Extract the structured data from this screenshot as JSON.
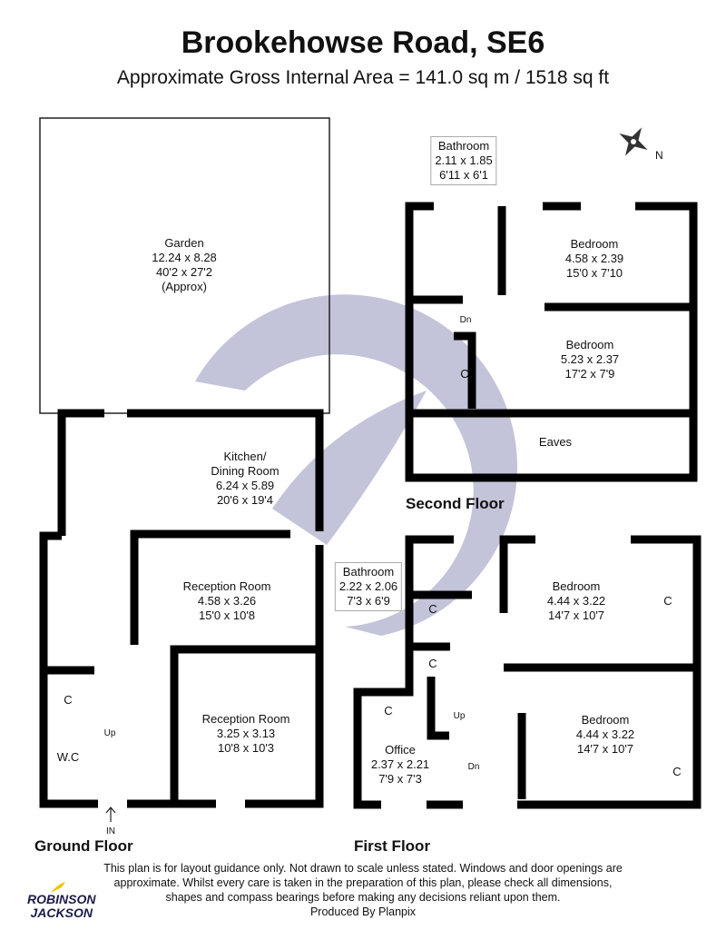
{
  "header": {
    "title": "Brookehowse Road, SE6",
    "subtitle": "Approximate Gross Internal Area =  141.0 sq m / 1518 sq ft"
  },
  "compass": {
    "label": "N",
    "icon": "compass-icon"
  },
  "watermark": {
    "color": "#b9b9d2"
  },
  "ground_floor": {
    "label": "Ground Floor",
    "rooms": [
      {
        "name": "Garden",
        "metric": "12.24 x 8.28",
        "imperial": "40'2 x 27'2",
        "note": "(Approx)"
      },
      {
        "name": "Kitchen/",
        "name2": "Dining Room",
        "metric": "6.24 x 5.89",
        "imperial": "20'6 x 19'4"
      },
      {
        "name": "Reception Room",
        "metric": "4.58 x 3.26",
        "imperial": "15'0 x 10'8"
      },
      {
        "name": "Reception Room",
        "metric": "3.25 x 3.13",
        "imperial": "10'8 x 10'3"
      }
    ],
    "cupboard": "C",
    "wc": "W.C",
    "up": "Up",
    "entrance": "IN"
  },
  "second_floor": {
    "label": "Second Floor",
    "rooms": [
      {
        "name": "Bathroom",
        "metric": "2.11 x 1.85",
        "imperial": "6'11 x 6'1"
      },
      {
        "name": "Bedroom",
        "metric": "4.58 x 2.39",
        "imperial": "15'0 x 7'10"
      },
      {
        "name": "Bedroom",
        "metric": "5.23 x 2.37",
        "imperial": "17'2 x 7'9"
      },
      {
        "name": "Eaves"
      }
    ],
    "cupboard": "C",
    "down": "Dn"
  },
  "first_floor": {
    "label": "First Floor",
    "rooms": [
      {
        "name": "Bathroom",
        "metric": "2.22 x 2.06",
        "imperial": "7'3 x 6'9"
      },
      {
        "name": "Bedroom",
        "metric": "4.44 x 3.22",
        "imperial": "14'7 x 10'7"
      },
      {
        "name": "Bedroom",
        "metric": "4.44 x 3.22",
        "imperial": "14'7 x 10'7"
      },
      {
        "name": "Office",
        "metric": "2.37 x 2.21",
        "imperial": "7'9 x 7'3"
      }
    ],
    "cupboard": "C",
    "up": "Up",
    "down": "Dn"
  },
  "footer": {
    "disclaimer": "This plan is for layout guidance only. Not drawn to scale unless stated. Windows and door openings are approximate. Whilst every care is taken in the preparation of this plan, please check all dimensions, shapes and compass bearings before making any decisions reliant upon them.",
    "produced_by": "Produced By Planpix",
    "logo_line1": "ROBINSON",
    "logo_line2": "JACKSON",
    "logo_accent": "#f2c200"
  }
}
